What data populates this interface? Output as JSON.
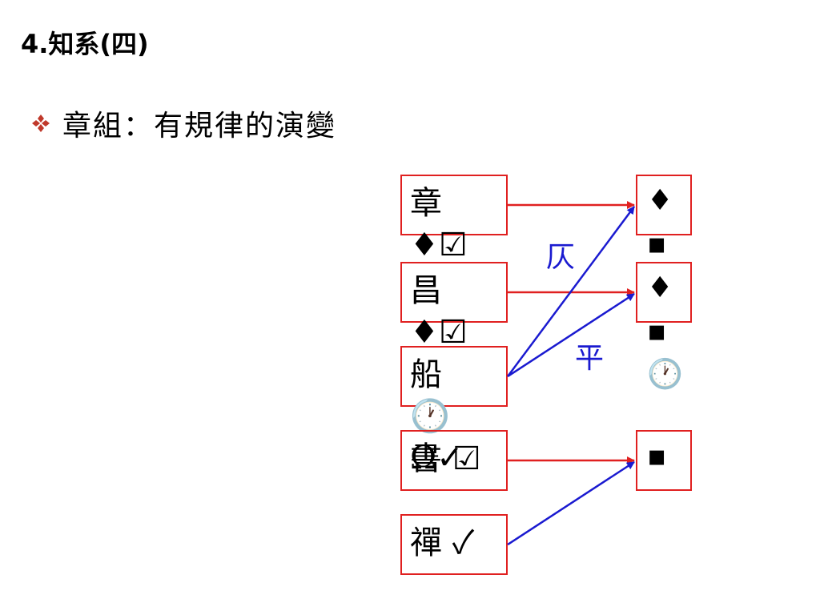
{
  "slide": {
    "title": "4.知系(四)",
    "bullet": "章組：有規律的演變"
  },
  "left_boxes": [
    {
      "id": "zhang",
      "text": "章\n♦☑"
    },
    {
      "id": "chang",
      "text": "昌\n♦☑"
    },
    {
      "id": "chuan",
      "text": "船\n🕐\nΩ✓"
    },
    {
      "id": "shu",
      "text": "書 ☑"
    },
    {
      "id": "chan",
      "text": "禪 ✓"
    }
  ],
  "right_boxes": [
    {
      "id": "r1",
      "text": "♦\n▪"
    },
    {
      "id": "r2",
      "text": "♦\n▪\n🕐"
    },
    {
      "id": "r3",
      "text": "▪"
    }
  ],
  "tone_labels": {
    "ze": "仄",
    "ping": "平"
  },
  "colors": {
    "red_arrow": "#e02020",
    "blue_arrow": "#1a1ad0",
    "bullet": "#c0392b"
  }
}
